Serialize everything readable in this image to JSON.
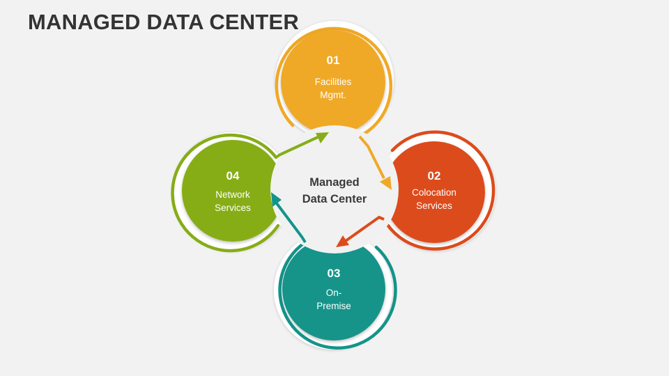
{
  "title": "MANAGED DATA CENTER",
  "center": {
    "line1": "Managed",
    "line2": "Data Center"
  },
  "colors": {
    "facilities": "#f0a925",
    "colocation": "#dc4b1c",
    "on_premise": "#13948a",
    "network": "#86ad17",
    "ring_gap": "#ffffff",
    "center_circle": "#f1f1f1"
  },
  "steps": [
    {
      "number": "01",
      "line1": "Facilities",
      "line2": "Mgmt."
    },
    {
      "number": "02",
      "line1": "Colocation",
      "line2": "Services"
    },
    {
      "number": "03",
      "line1": "On-",
      "line2": "Premise"
    },
    {
      "number": "04",
      "line1": "Network",
      "line2": "Services"
    }
  ]
}
